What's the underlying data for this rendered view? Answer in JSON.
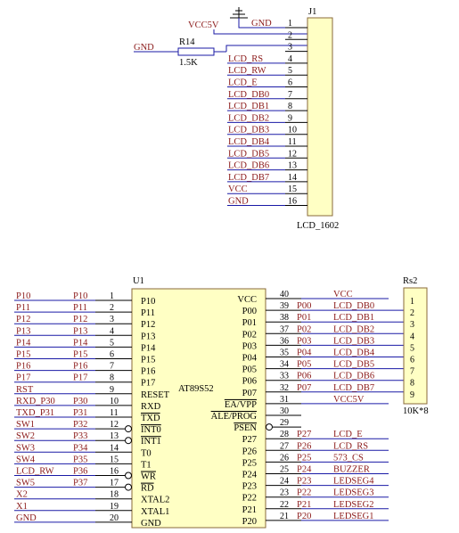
{
  "j1": {
    "ref": "J1",
    "value": "LCD_1602",
    "pins": [
      "1",
      "2",
      "3",
      "4",
      "5",
      "6",
      "7",
      "8",
      "9",
      "10",
      "11",
      "12",
      "13",
      "14",
      "15",
      "16"
    ],
    "labels": [
      "GND",
      "VCC5V",
      "",
      "LCD_RS",
      "LCD_RW",
      "LCD_E",
      "LCD_DB0",
      "LCD_DB1",
      "LCD_DB2",
      "LCD_DB3",
      "LCD_DB4",
      "LCD_DB5",
      "LCD_DB6",
      "LCD_DB7",
      "VCC",
      "GND"
    ]
  },
  "r14": {
    "ref": "R14",
    "value": "1.5K",
    "net": "GND"
  },
  "u1": {
    "ref": "U1",
    "part": "AT89S52",
    "left_nets": [
      "P10",
      "P11",
      "P12",
      "P13",
      "P14",
      "P15",
      "P16",
      "P17",
      "RST",
      "RXD_P30",
      "TXD_P31",
      "SW1",
      "SW2",
      "SW3",
      "SW4",
      "LCD_RW",
      "SW5",
      "X2",
      "X1",
      "GND"
    ],
    "left_ports": [
      "P10",
      "P11",
      "P12",
      "P13",
      "P14",
      "P15",
      "P16",
      "P17",
      "",
      "P30",
      "P31",
      "P32",
      "P33",
      "P34",
      "P35",
      "P36",
      "P37",
      "",
      "",
      ""
    ],
    "left_nums": [
      "1",
      "2",
      "3",
      "4",
      "5",
      "6",
      "7",
      "8",
      "9",
      "10",
      "11",
      "12",
      "13",
      "14",
      "15",
      "16",
      "17",
      "18",
      "19",
      "20"
    ],
    "left_pins": [
      "P10",
      "P11",
      "P12",
      "P13",
      "P14",
      "P15",
      "P16",
      "P17",
      "RESET",
      "RXD",
      "TXD",
      "INT0",
      "INT1",
      "T0",
      "T1",
      "WR",
      "RD",
      "XTAL2",
      "XTAL1",
      "GND"
    ],
    "right_pins": [
      "VCC",
      "P00",
      "P01",
      "P02",
      "P03",
      "P04",
      "P05",
      "P06",
      "P07",
      "EA/VPP",
      "ALE/PROG",
      "PSEN",
      "P27",
      "P26",
      "P25",
      "P24",
      "P23",
      "P22",
      "P21",
      "P20"
    ],
    "right_nums": [
      "40",
      "39",
      "38",
      "37",
      "36",
      "35",
      "34",
      "33",
      "32",
      "31",
      "30",
      "29",
      "28",
      "27",
      "26",
      "25",
      "24",
      "23",
      "22",
      "21"
    ],
    "right_ports": [
      "",
      "P00",
      "P01",
      "P02",
      "P03",
      "P04",
      "P05",
      "P06",
      "P07",
      "",
      "",
      "",
      "P27",
      "P26",
      "P25",
      "P24",
      "P23",
      "P22",
      "P21",
      "P20"
    ],
    "right_nets": [
      "VCC",
      "LCD_DB0",
      "LCD_DB1",
      "LCD_DB2",
      "LCD_DB3",
      "LCD_DB4",
      "LCD_DB5",
      "LCD_DB6",
      "LCD_DB7",
      "VCC5V",
      "",
      "",
      "LCD_E",
      "LCD_RS",
      "573_CS",
      "BUZZER",
      "LEDSEG4",
      "LEDSEG3",
      "LEDSEG2",
      "LEDSEG1"
    ]
  },
  "rs2": {
    "ref": "Rs2",
    "value": "10K*8",
    "pins": [
      "1",
      "2",
      "3",
      "4",
      "5",
      "6",
      "7",
      "8",
      "9"
    ]
  },
  "colors": {
    "net": "#8b1a1a",
    "wire": "#1a1aa6",
    "body": "#ffffc4",
    "outline": "#8a6a3a"
  }
}
